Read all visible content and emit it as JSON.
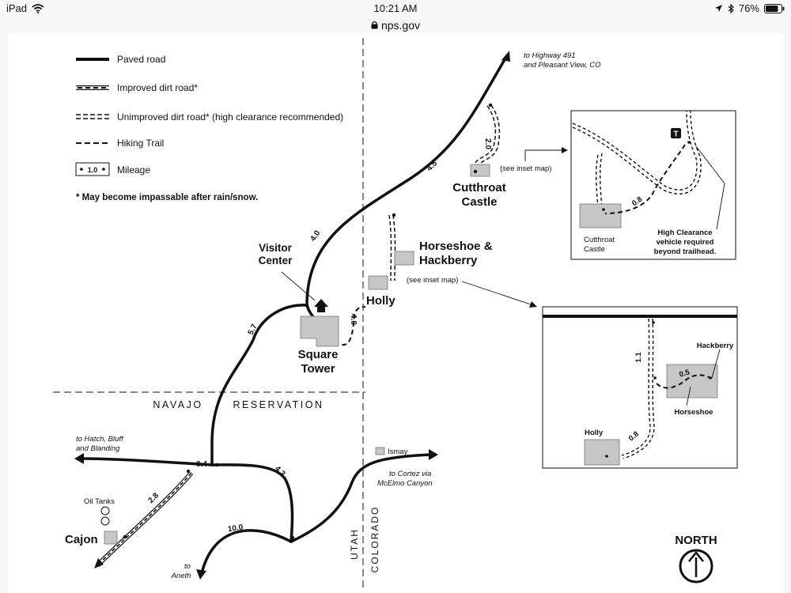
{
  "status_bar": {
    "device": "iPad",
    "time": "10:21 AM",
    "battery": "76%",
    "icons": [
      "wifi-icon",
      "location-arrow-icon",
      "bluetooth-icon",
      "battery-icon"
    ]
  },
  "browser": {
    "url": "nps.gov",
    "icon": "lock-icon"
  },
  "map": {
    "legend": {
      "paved": "Paved road",
      "improved": "Improved dirt road*",
      "unimproved": "Unimproved dirt road* (high clearance recommended)",
      "hiking": "Hiking Trail",
      "mileage": "Mileage",
      "mileage_sample": "1.0",
      "note": "* May become impassable after rain/snow."
    },
    "destinations": {
      "highway491_1": "to Highway 491",
      "highway491_2": "and Pleasant View, CO",
      "hatch_1": "to Hatch, Bluff",
      "hatch_2": "and Blanding",
      "cortez_1": "to Cortez via",
      "cortez_2": "McElmo Canyon",
      "aneth_1": "to",
      "aneth_2": "Aneth"
    },
    "sites": {
      "cutthroat_1": "Cutthroat",
      "cutthroat_2": "Castle",
      "horseshoe_1": "Horseshoe &",
      "horseshoe_2": "Hackberry",
      "holly": "Holly",
      "visitor_1": "Visitor",
      "visitor_2": "Center",
      "square_1": "Square",
      "square_2": "Tower",
      "cajon": "Cajon",
      "oil_tanks": "Oil Tanks",
      "ismay": "Ismay"
    },
    "mileages": {
      "m45": "4.5",
      "m40a": "4.0",
      "m57": "5.7",
      "m40b": "4.0",
      "m20": "2.0",
      "m04": "0.4",
      "m43": "4.3",
      "m28": "2.8",
      "m100": "10.0"
    },
    "boundaries": {
      "navajo": "NAVAJO",
      "reservation": "RESERVATION",
      "utah": "UTAH",
      "colorado": "COLORADO"
    },
    "see_inset": "(see inset map)",
    "inset1": {
      "cutthroat_1": "Cutthroat",
      "cutthroat_2": "Castle",
      "mileage": "0.8",
      "note_1": "High Clearance",
      "note_2": "vehicle required",
      "note_3": "beyond trailhead.",
      "trailhead_icon": "trailhead-icon"
    },
    "inset2": {
      "hackberry": "Hackberry",
      "horseshoe": "Horseshoe",
      "holly": "Holly",
      "m11": "1.1",
      "m05": "0.5",
      "m08": "0.8"
    },
    "north": "NORTH"
  }
}
